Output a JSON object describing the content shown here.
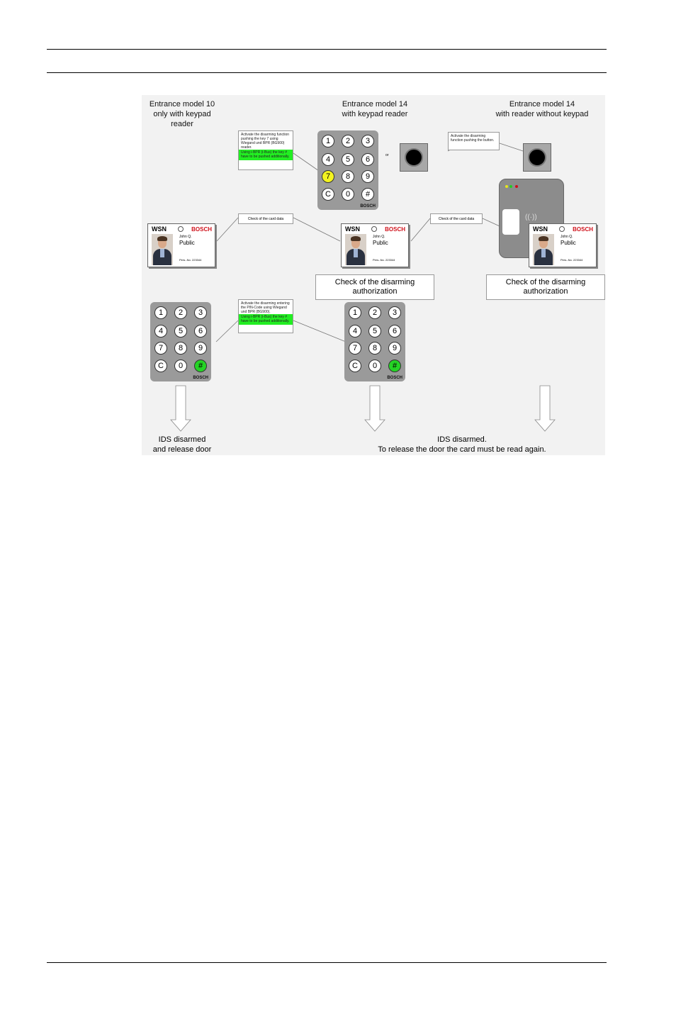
{
  "columns": [
    {
      "title_line1": "Entrance model 10",
      "title_line2": "only with keypad reader"
    },
    {
      "title_line1": "Entrance model 14",
      "title_line2": "with keypad reader"
    },
    {
      "title_line1": "Entrance model 14",
      "title_line2": "with reader without keypad"
    }
  ],
  "notes": {
    "key7": {
      "text": "Activate the disarming function pushing the key 7 using Wiegand und BPR (BG900) reader.",
      "green": "Using i-BPR (i-Bus) the key # have to be pushed additionally."
    },
    "or": "or",
    "button": "Activate the disarming function pushing the button.",
    "pin": {
      "text": "Activate the disarming entering the PIN-Code using Wiegand und BPR (BG900).",
      "green": "Using i-BPR (i-Bus) the key # have to be pushed additionally."
    },
    "card_check": "Check of the card data"
  },
  "keypad": {
    "keys": [
      "1",
      "2",
      "3",
      "4",
      "5",
      "6",
      "7",
      "8",
      "9",
      "C",
      "0",
      "#"
    ],
    "brand": "BOSCH"
  },
  "card": {
    "system": "WSN",
    "brand": "BOSCH",
    "first_name": "John Q.",
    "last_name": "Public",
    "pers_no": "Pers.-No. 223344"
  },
  "check_authorization": "Check of the disarming authorization",
  "results": {
    "left_line1": "IDS disarmed",
    "left_line2": "and release door",
    "right_line1": "IDS disarmed.",
    "right_line2": "To release the door the card must be read again."
  },
  "colors": {
    "highlight_yellow": "#f4f420",
    "highlight_green": "#25d425",
    "note_green": "#22ee22",
    "brand_red": "#d0101a"
  }
}
